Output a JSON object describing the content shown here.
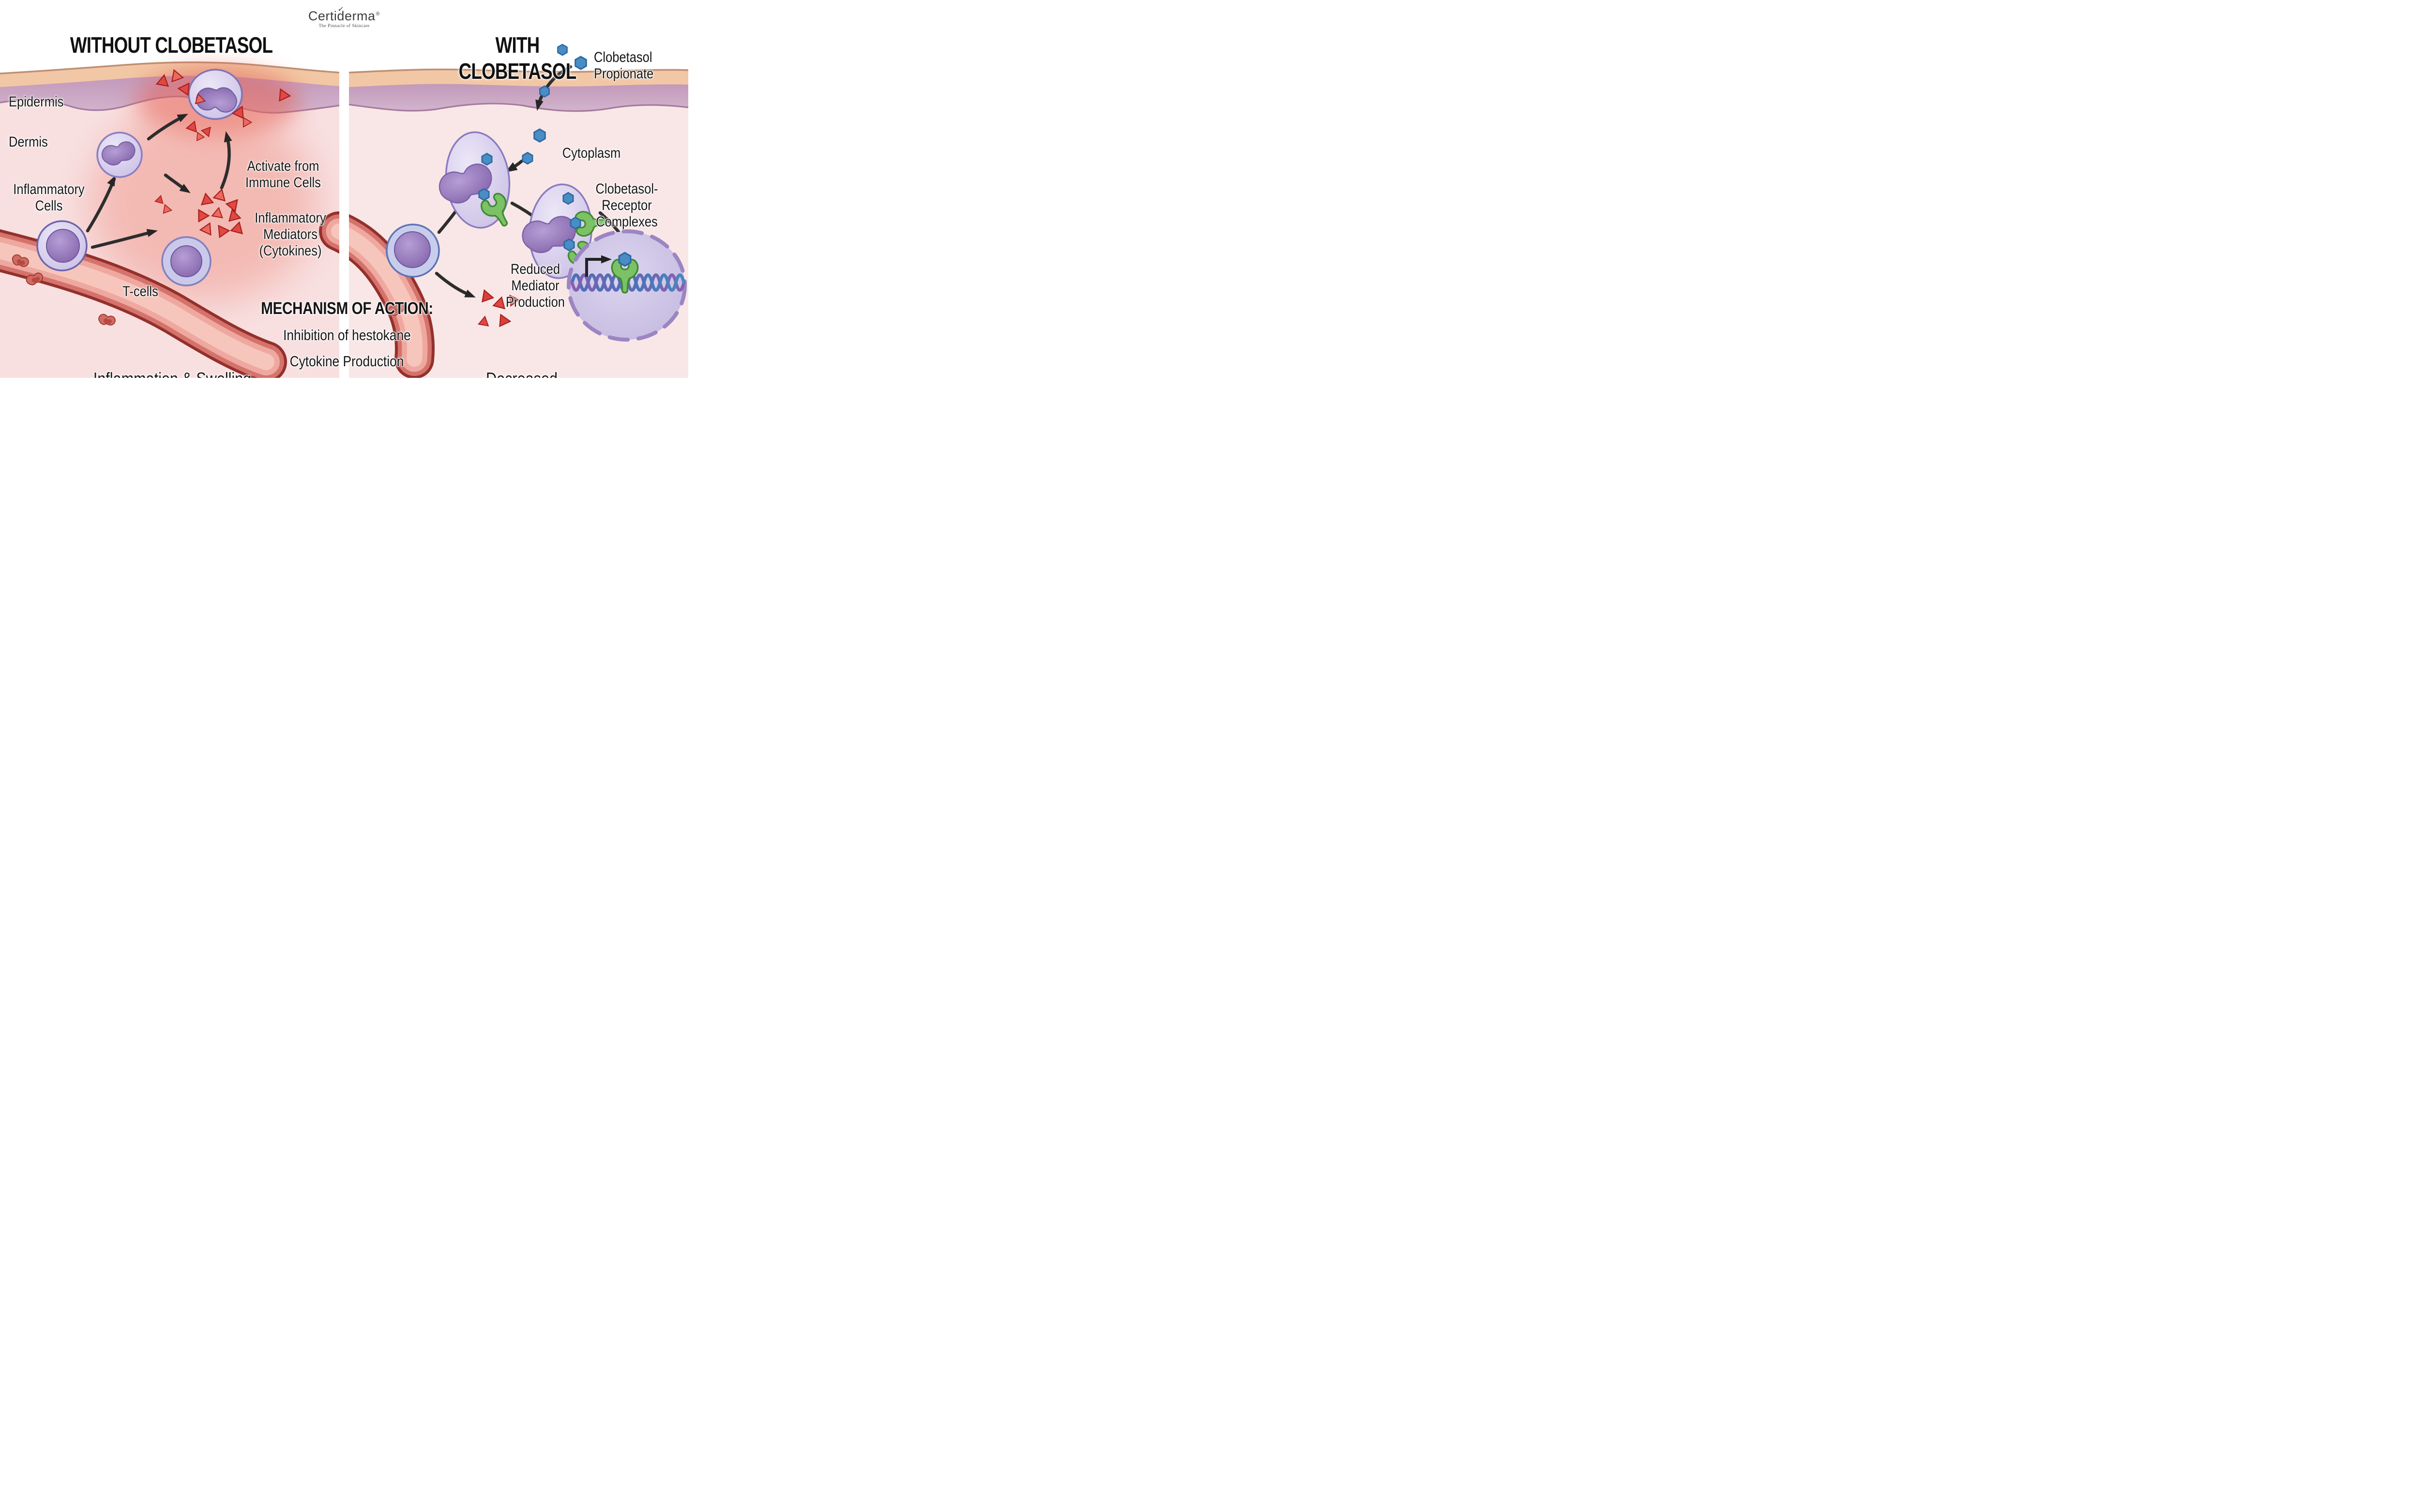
{
  "brand": {
    "name": "Certiderma",
    "registered": "®",
    "tagline": "The Pinnacle of Skincare"
  },
  "panels": {
    "left": {
      "title": "WITHOUT CLOBETASOL",
      "footer": "Inflammation & Swelling",
      "labels": {
        "epidermis": "Epidermis",
        "dermis": "Dermis",
        "inflammatory_cells": "Inflammatory\nCells",
        "t_cells": "T-cells",
        "activate": "Activate from\nImmune Cells",
        "mediators": "Inflammatory\nMediators\n(Cytokines)"
      }
    },
    "right": {
      "title": "WITH CLOBETASOL",
      "footer": "Decreased Inflammation",
      "labels": {
        "clobetasol_propionate": "Clobetasol\nPropionate",
        "cytoplasm": "Cytoplasm",
        "receptor_complexes": "Clobetasol-\nReceptor\nComplexes",
        "reduced": "Reduced\nMediator\nProduction"
      }
    }
  },
  "mechanism": {
    "line1": "MECHANISM OF ACTION:",
    "line2": "Inhibition of hestokane",
    "line3": "Cytokine Production"
  },
  "palette": {
    "skin_surface": "#f2c7a5",
    "epidermis": "#c79fc0",
    "dermis_left": "#f8e0e1",
    "dermis_right": "#f9e7e7",
    "inflammation_glow": "#e35a4d",
    "cell_body": "#d9d0ee",
    "cell_nucleus": "#8d6fb0",
    "cytokine_red": "#e04843",
    "drug_blue": "#4a8cc4",
    "receptor_green": "#7cc166",
    "vessel_red": "#d4736c",
    "arrow": "#2d2d2d",
    "divider": "#ffffff"
  }
}
